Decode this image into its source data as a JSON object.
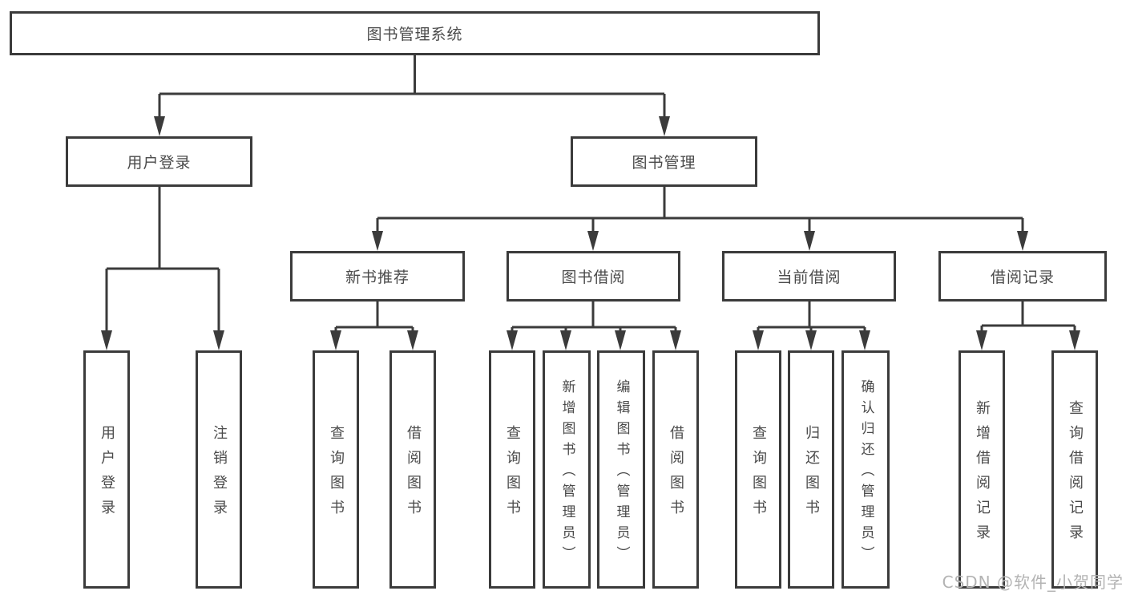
{
  "tree": {
    "label": "图书管理系统",
    "children": [
      {
        "label": "用户登录",
        "children": [
          {
            "label": "用户登录"
          },
          {
            "label": "注销登录"
          }
        ]
      },
      {
        "label": "图书管理",
        "children": [
          {
            "label": "新书推荐",
            "children": [
              {
                "label": "查询图书"
              },
              {
                "label": "借阅图书"
              }
            ]
          },
          {
            "label": "图书借阅",
            "children": [
              {
                "label": "查询图书"
              },
              {
                "label": "新增图书（管理员）"
              },
              {
                "label": "编辑图书（管理员）"
              },
              {
                "label": "借阅图书"
              }
            ]
          },
          {
            "label": "当前借阅",
            "children": [
              {
                "label": "查询图书"
              },
              {
                "label": "归还图书"
              },
              {
                "label": "确认归还（管理员）"
              }
            ]
          },
          {
            "label": "借阅记录",
            "children": [
              {
                "label": "新增借阅记录"
              },
              {
                "label": "查询借阅记录"
              }
            ]
          }
        ]
      }
    ]
  },
  "watermark": {
    "text": "CSDN @软件_小贺同学"
  },
  "colors": {
    "line": "#3b3b3b",
    "text": "#4a4a4a",
    "watermark": "#b3b3b3",
    "background": "#ffffff"
  }
}
